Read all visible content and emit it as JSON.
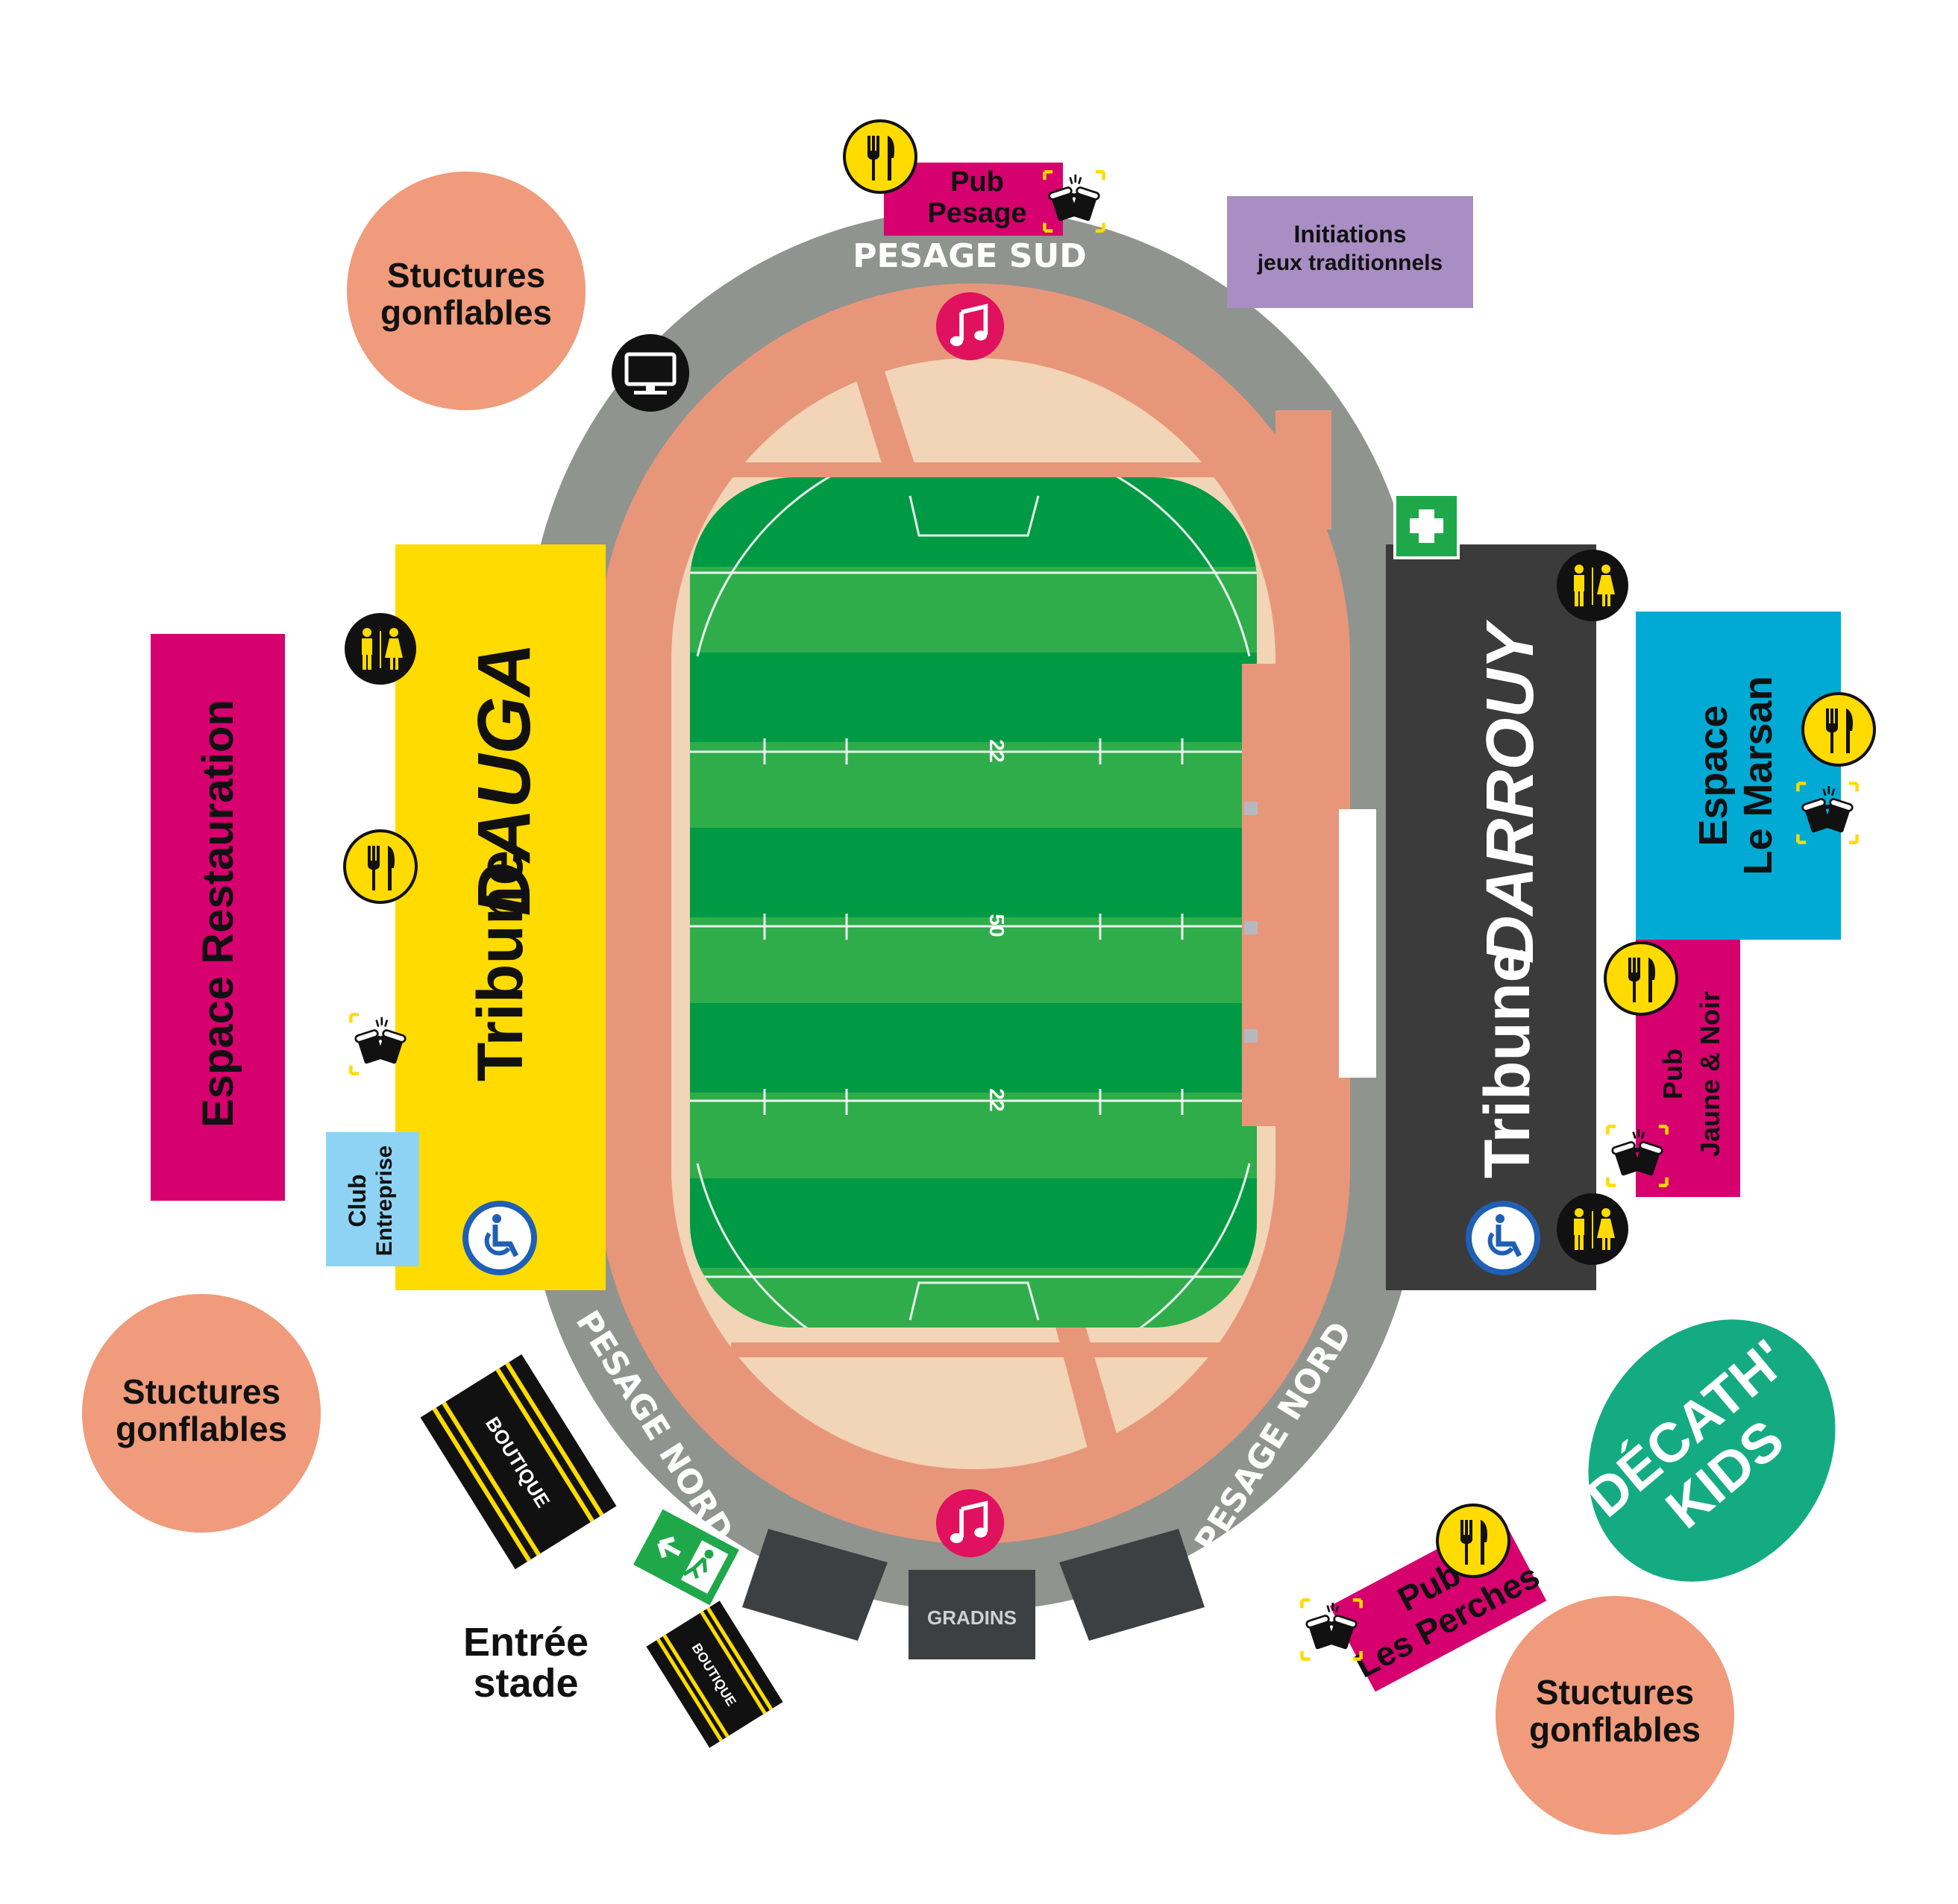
{
  "labels": {
    "pub_pesage": [
      "Pub",
      "Pesage"
    ],
    "pesage_sud": "PESAGE SUD",
    "pesage_nord_left": "PESAGE NORD",
    "pesage_nord_right": "PESAGE NORD",
    "initiations": [
      "Initiations",
      "jeux traditionnels"
    ],
    "structures_top": [
      "Stuctures",
      "gonflables"
    ],
    "structures_left": [
      "Stuctures",
      "gonflables"
    ],
    "structures_right": [
      "Stuctures",
      "gonflables"
    ],
    "espace_restauration": "Espace Restauration",
    "tribune_dauga": [
      "Tribune",
      "DAUGA"
    ],
    "tribune_darrouy": [
      "Tribune",
      "DARROUY"
    ],
    "club_entreprise": [
      "Club",
      "Entreprise"
    ],
    "espace_marsan": [
      "Espace",
      "Le Marsan"
    ],
    "pub_jaune_noir": [
      "Pub",
      "Jaune & Noir"
    ],
    "decath_kids": [
      "DÉCATH'",
      "KIDS"
    ],
    "pub_les_perches": [
      "Pub",
      "Les Perches"
    ],
    "boutique_1": "BOUTIQUE",
    "boutique_2": "BOUTIQUE",
    "gradins": "GRADINS",
    "entree_stade": [
      "Entrée",
      "stade"
    ],
    "field_22_top": "22",
    "field_50": "50",
    "field_22_bottom": "22"
  },
  "icons": {
    "restaurant": "fork-knife-icon",
    "toilets": "toilets-icon",
    "beer": "beer-mugs-icon",
    "music": "music-note-icon",
    "screen": "tv-screen-icon",
    "first_aid": "first-aid-icon",
    "accessibility": "wheelchair-icon",
    "exit": "emergency-exit-icon"
  },
  "colors": {
    "magenta": "#d6006e",
    "yellow": "#ffdb00",
    "salmon": "#f09b7b",
    "lavender": "#a98ec4",
    "cyan": "#00aad4",
    "light_blue": "#8fd3f4",
    "dark_gray": "#3b3b3b",
    "teal": "#14ab83",
    "grass_dark": "#009a44",
    "grass_light": "#2fad4b",
    "track": "#e8967a",
    "track_ring": "#8f948f"
  }
}
